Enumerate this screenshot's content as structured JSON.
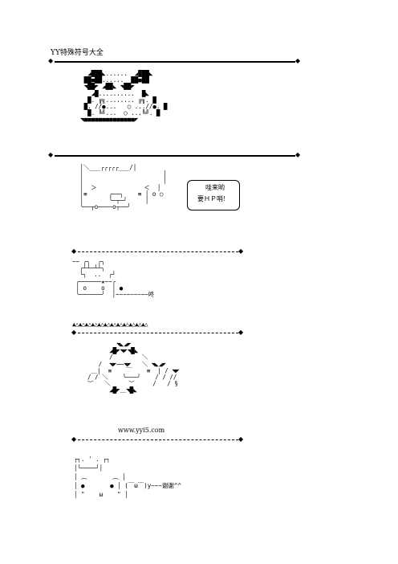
{
  "doc": {
    "title": "YY特殊符号大全",
    "divider_cap": "◆",
    "art_block_1": "      ◢███◣......  ◢███◣\n     ██■██......  ██■██\n     ◥██◤ ◢██◣ ◥██◤\n       ◢█..........  █◣\n      █. ╔╗........ ╔╗. █\n     █. //●...   ◯ ...//●. █\n      █. ╚╝...  ◯ ...╚╝. █\n    ◥■■■■■■■■■■■■■■◤",
    "art_block_2": "   │＼___╭╭╭╭╭___/│\n   │                      │\n   │                      │\n   │  ＞             ＜  │\n   │≡      ╭──╮    ≡ │ o ◯\n   │       ╰─┬─╯     │\n   ╰──┬o────o┬──╯",
    "bubble_text_1": "哇来哟",
    "bubble_text_2": "要ＨＰ哨!",
    "art_block_3": "~~ ╭╮  ╭╮\n  ╭┴┴─┴┴╮\n  └╮  ..  ╭┘\n ╭──────★~~╭\n │ o    o  │ ●\n ╰──────╯  │~~~~~~~~~咚",
    "art_block_3_triangles": "▲△▲△▲△▲△▲△▲△▲△▲△▲△▲△▲△▲△",
    "art_block_4": "          ◥◣◢◤\n        ◢█◤◥◤◥█◣\n        /        ＼\n     /  ◥◤──◥◤   ＼ ◥◣◢◤\n   ＿|  ≡    ￣    ≡  | / ◥◤\n  / / ＼    ╰───╯    / / //\n  ︶   ＼     ︶     /   / §\n        ◢█◤＿◥█◣",
    "website": "www.yyi5.com",
    "art_block_5": "┌┐. ' . ┌┐\n│└────┘│\n│ ︵       ︵ │\n│ ●       ● │ (￣ω￣)y~~~谢谢^^\n│ \"    ω    \" │"
  }
}
